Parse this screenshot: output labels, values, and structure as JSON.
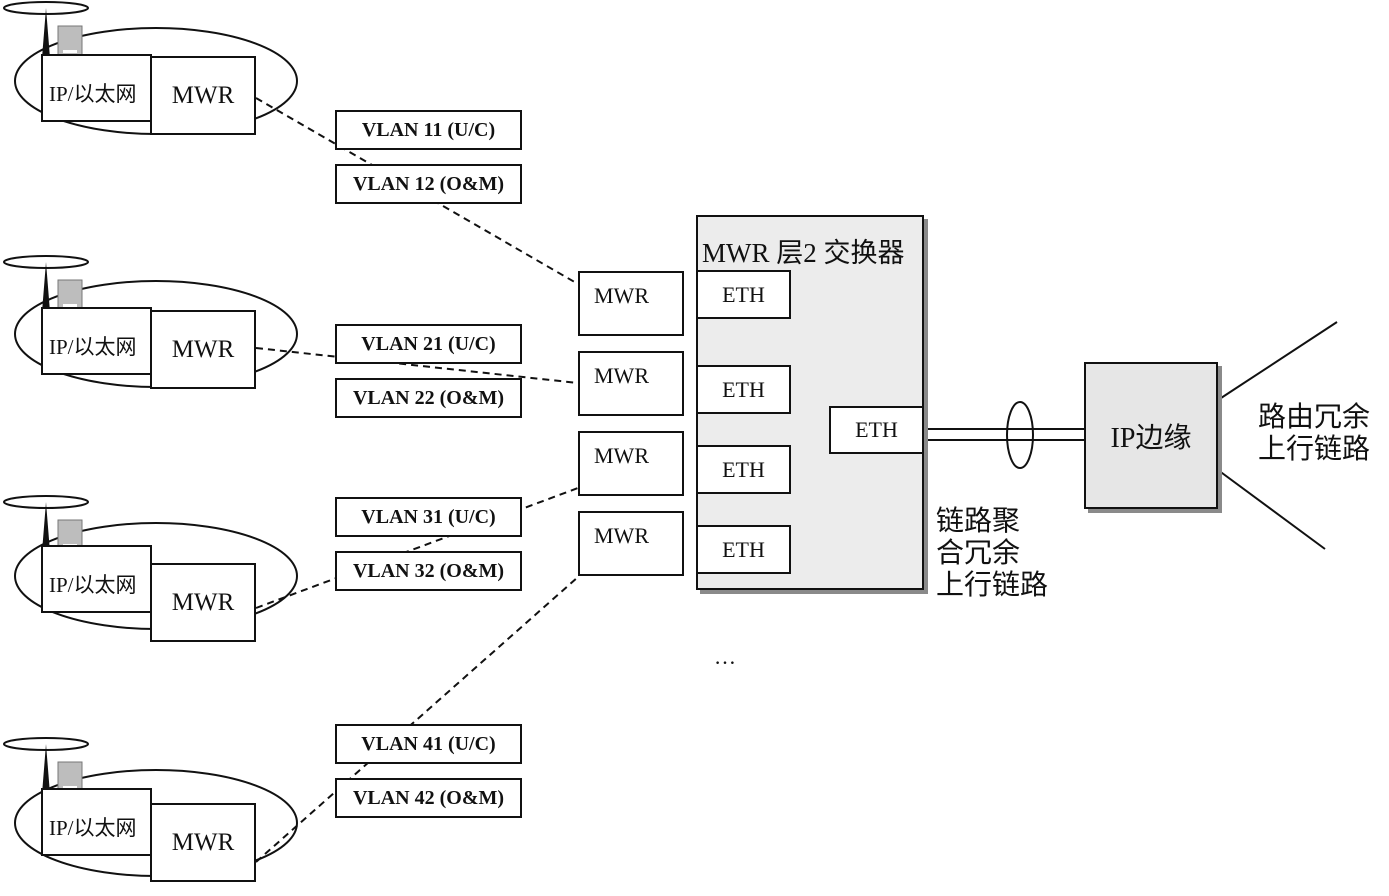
{
  "sites": [
    {
      "ip_label": "IP/以太网",
      "mwr_label": "MWR"
    },
    {
      "ip_label": "IP/以太网",
      "mwr_label": "MWR"
    },
    {
      "ip_label": "IP/以太网",
      "mwr_label": "MWR"
    },
    {
      "ip_label": "IP/以太网",
      "mwr_label": "MWR"
    }
  ],
  "vlans": [
    "VLAN  11 (U/C)",
    "VLAN 12 (O&M)",
    "VLAN 21 (U/C)",
    "VLAN 22 (O&M)",
    "VLAN 31 (U/C)",
    "VLAN 32 (O&M)",
    "VLAN 41 (U/C)",
    "VLAN 42 (O&M)"
  ],
  "switch": {
    "title": "MWR 层2 交换器",
    "mwr_ports": [
      "MWR",
      "MWR",
      "MWR",
      "MWR"
    ],
    "eth_ports": [
      "ETH",
      "ETH",
      "ETH",
      "ETH"
    ],
    "uplink_port": "ETH"
  },
  "ip_edge": {
    "label": "IP边缘"
  },
  "link_aggregation": [
    "链路聚",
    "合冗余",
    "上行链路"
  ],
  "routing_redundancy": [
    "路由冗余",
    "上行链路"
  ],
  "ellipsis": "…"
}
